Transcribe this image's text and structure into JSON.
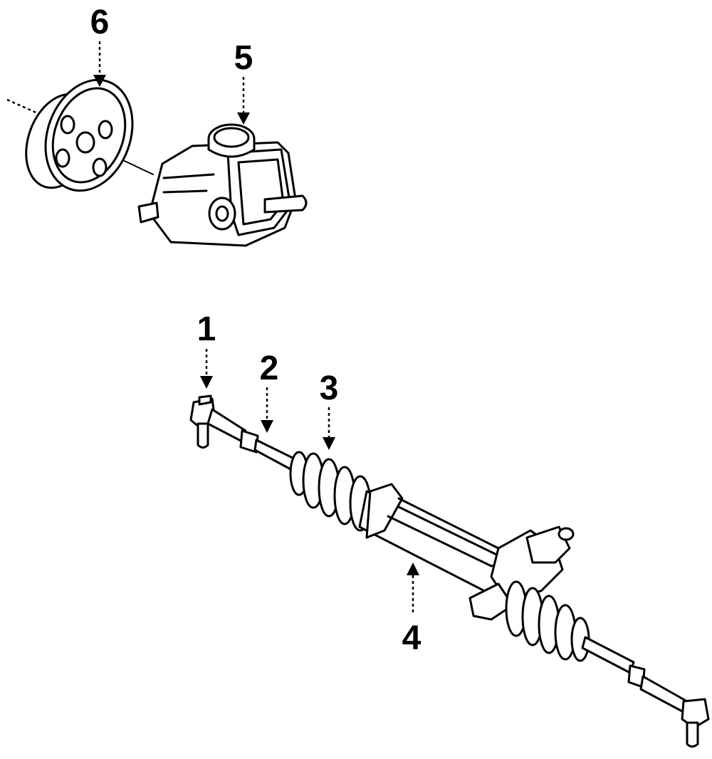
{
  "diagram": {
    "callouts": [
      {
        "id": "1",
        "label": "1"
      },
      {
        "id": "2",
        "label": "2"
      },
      {
        "id": "3",
        "label": "3"
      },
      {
        "id": "4",
        "label": "4"
      },
      {
        "id": "5",
        "label": "5"
      },
      {
        "id": "6",
        "label": "6"
      }
    ],
    "parts": [
      {
        "callout": "1",
        "name": "tie-rod-end-outer"
      },
      {
        "callout": "2",
        "name": "jam-nut"
      },
      {
        "callout": "3",
        "name": "boot"
      },
      {
        "callout": "4",
        "name": "steering-rack-assembly"
      },
      {
        "callout": "5",
        "name": "power-steering-pump"
      },
      {
        "callout": "6",
        "name": "pump-pulley"
      }
    ]
  }
}
